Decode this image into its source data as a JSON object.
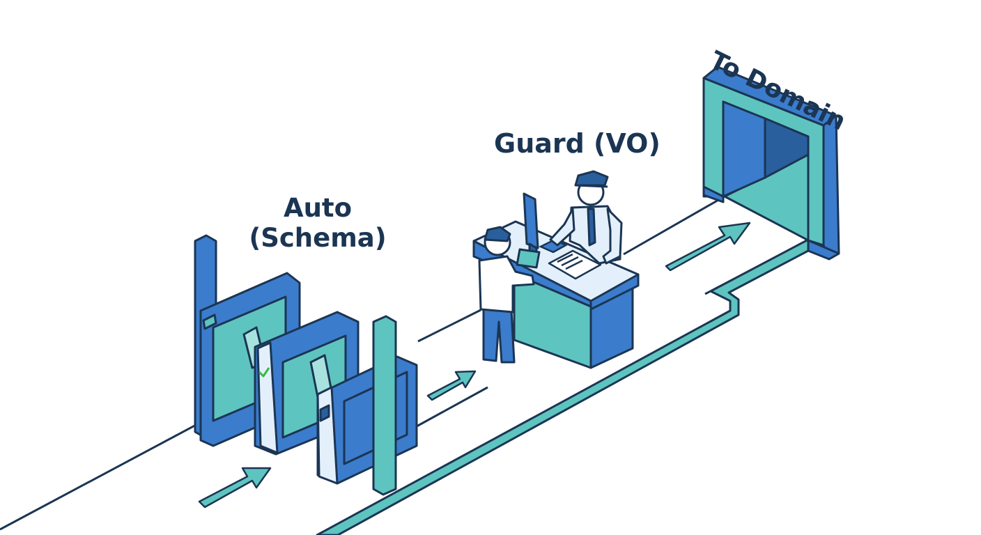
{
  "labels": {
    "auto_line1": "Auto",
    "auto_line2": "(Schema)",
    "guard": "Guard (VO)",
    "destination": "To Domain"
  },
  "stages": [
    {
      "name": "automatic-turnstiles",
      "label_key": "auto"
    },
    {
      "name": "guard-checkpoint",
      "label_key": "guard"
    },
    {
      "name": "domain-gate",
      "label_key": "destination"
    }
  ],
  "colors": {
    "outline": "#1b3553",
    "blue": "#3b7ccc",
    "blue_dark": "#2a5f9e",
    "teal": "#5ec4bf",
    "teal_light": "#a8e2de",
    "panel_light": "#e3f0fb",
    "check_green": "#3bb54a"
  }
}
